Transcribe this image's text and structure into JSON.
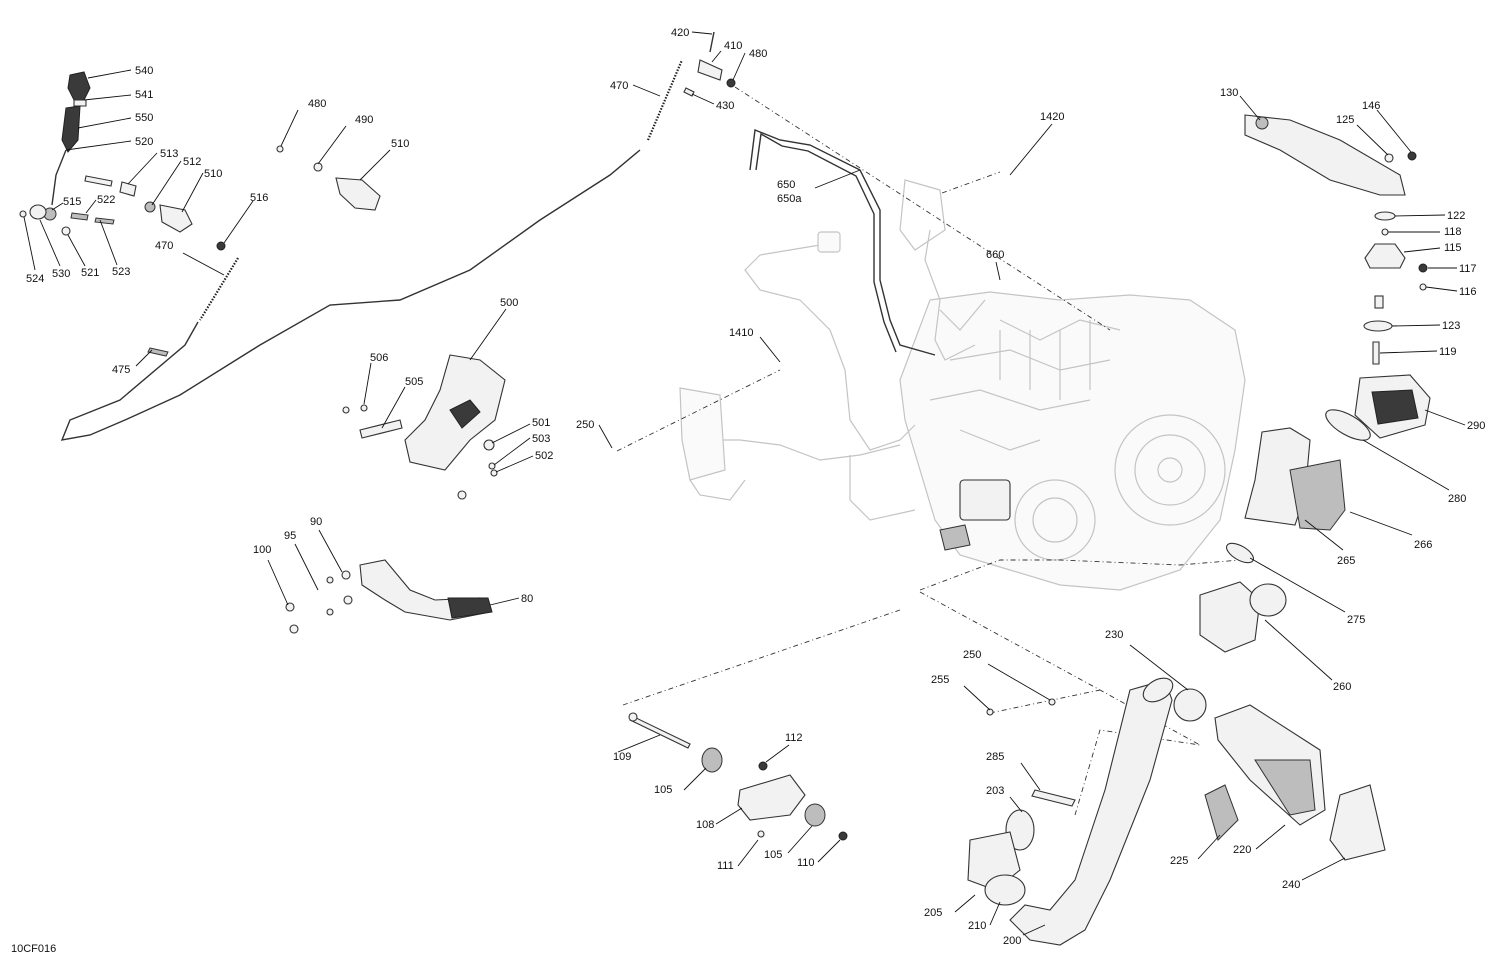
{
  "figure_id": "10CF016",
  "callouts": [
    {
      "id": "c540",
      "label": "540"
    },
    {
      "id": "c541",
      "label": "541"
    },
    {
      "id": "c550",
      "label": "550"
    },
    {
      "id": "c520",
      "label": "520"
    },
    {
      "id": "c513",
      "label": "513"
    },
    {
      "id": "c512",
      "label": "512"
    },
    {
      "id": "c510a",
      "label": "510"
    },
    {
      "id": "c515",
      "label": "515"
    },
    {
      "id": "c522",
      "label": "522"
    },
    {
      "id": "c516",
      "label": "516"
    },
    {
      "id": "c524",
      "label": "524"
    },
    {
      "id": "c530",
      "label": "530"
    },
    {
      "id": "c521",
      "label": "521"
    },
    {
      "id": "c523",
      "label": "523"
    },
    {
      "id": "c470a",
      "label": "470"
    },
    {
      "id": "c475",
      "label": "475"
    },
    {
      "id": "c480a",
      "label": "480"
    },
    {
      "id": "c490",
      "label": "490"
    },
    {
      "id": "c510b",
      "label": "510"
    },
    {
      "id": "c420",
      "label": "420"
    },
    {
      "id": "c410",
      "label": "410"
    },
    {
      "id": "c480b",
      "label": "480"
    },
    {
      "id": "c470b",
      "label": "470"
    },
    {
      "id": "c430",
      "label": "430"
    },
    {
      "id": "c650",
      "label": "650"
    },
    {
      "id": "c650a",
      "label": "650a"
    },
    {
      "id": "c1420",
      "label": "1420"
    },
    {
      "id": "c660",
      "label": "660"
    },
    {
      "id": "c1410",
      "label": "1410"
    },
    {
      "id": "c250a",
      "label": "250"
    },
    {
      "id": "c500",
      "label": "500"
    },
    {
      "id": "c506",
      "label": "506"
    },
    {
      "id": "c505",
      "label": "505"
    },
    {
      "id": "c501",
      "label": "501"
    },
    {
      "id": "c503",
      "label": "503"
    },
    {
      "id": "c502",
      "label": "502"
    },
    {
      "id": "c130",
      "label": "130"
    },
    {
      "id": "c146",
      "label": "146"
    },
    {
      "id": "c125",
      "label": "125"
    },
    {
      "id": "c122",
      "label": "122"
    },
    {
      "id": "c118",
      "label": "118"
    },
    {
      "id": "c115",
      "label": "115"
    },
    {
      "id": "c117",
      "label": "117"
    },
    {
      "id": "c116",
      "label": "116"
    },
    {
      "id": "c123",
      "label": "123"
    },
    {
      "id": "c119",
      "label": "119"
    },
    {
      "id": "c290",
      "label": "290"
    },
    {
      "id": "c280",
      "label": "280"
    },
    {
      "id": "c266",
      "label": "266"
    },
    {
      "id": "c265",
      "label": "265"
    },
    {
      "id": "c275",
      "label": "275"
    },
    {
      "id": "c260",
      "label": "260"
    },
    {
      "id": "c100",
      "label": "100"
    },
    {
      "id": "c95",
      "label": "95"
    },
    {
      "id": "c90",
      "label": "90"
    },
    {
      "id": "c80",
      "label": "80"
    },
    {
      "id": "c230",
      "label": "230"
    },
    {
      "id": "c250b",
      "label": "250"
    },
    {
      "id": "c255",
      "label": "255"
    },
    {
      "id": "c285",
      "label": "285"
    },
    {
      "id": "c203",
      "label": "203"
    },
    {
      "id": "c205",
      "label": "205"
    },
    {
      "id": "c210",
      "label": "210"
    },
    {
      "id": "c200",
      "label": "200"
    },
    {
      "id": "c225",
      "label": "225"
    },
    {
      "id": "c220",
      "label": "220"
    },
    {
      "id": "c240",
      "label": "240"
    },
    {
      "id": "c109",
      "label": "109"
    },
    {
      "id": "c112",
      "label": "112"
    },
    {
      "id": "c105a",
      "label": "105"
    },
    {
      "id": "c108",
      "label": "108"
    },
    {
      "id": "c111",
      "label": "111"
    },
    {
      "id": "c105b",
      "label": "105"
    },
    {
      "id": "c110",
      "label": "110"
    }
  ]
}
